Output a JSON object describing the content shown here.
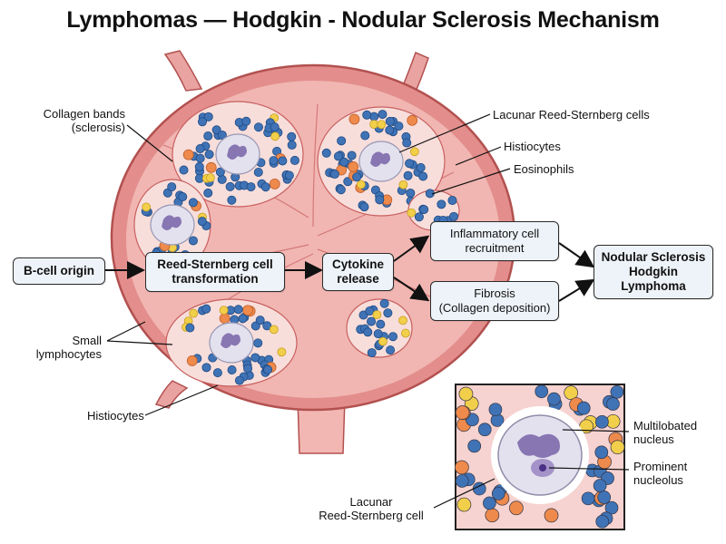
{
  "title": "Lymphomas — Hodgkin - Nodular Sclerosis Mechanism",
  "flow": {
    "b_cell_origin": "B-cell origin",
    "rs_transformation": "Reed-Sternberg cell\ntransformation",
    "cytokine_release": "Cytokine\nrelease",
    "inflammatory_recruitment": "Inflammatory cell\nrecruitment",
    "fibrosis": "Fibrosis\n(Collagen deposition)",
    "outcome": "Nodular Sclerosis\nHodgkin\nLymphoma"
  },
  "labels": {
    "collagen_bands": "Collagen bands\n(sclerosis)",
    "lacunar_rs_cells": "Lacunar Reed-Sternberg cells",
    "histiocytes_top": "Histiocytes",
    "eosinophils": "Eosinophils",
    "small_lymphocytes": "Small\nlymphocytes",
    "histiocytes_bottom": "Histiocytes",
    "multilobated_nucleus": "Multilobated\nnucleus",
    "prominent_nucleolus": "Prominent\nnucleolus",
    "lacunar_rs_cell": "Lacunar\nReed-Sternberg cell"
  },
  "colors": {
    "collagen": "#e38e8c",
    "collagen_dark": "#c8605f",
    "lymphocyte": "#3f73b6",
    "histiocyte": "#ee8a4c",
    "eosinophil": "#f2cf4a",
    "rs_cell": "#e3e1ee",
    "rs_nucleus": "#8876b3",
    "box_fill": "#eef3f9"
  }
}
